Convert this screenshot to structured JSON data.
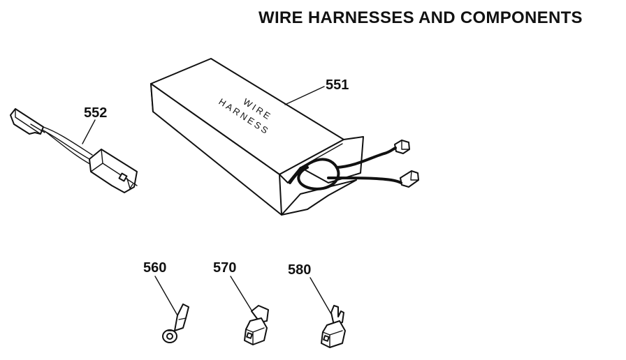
{
  "title": "WIRE HARNESSES AND COMPONENTS",
  "parts": {
    "harness_box": {
      "number": "551",
      "box_text_line1": "WIRE",
      "box_text_line2": "HARNESS"
    },
    "connector_harness": {
      "number": "552"
    },
    "ring_terminal": {
      "number": "560"
    },
    "terminal_570": {
      "number": "570"
    },
    "terminal_580": {
      "number": "580"
    }
  }
}
